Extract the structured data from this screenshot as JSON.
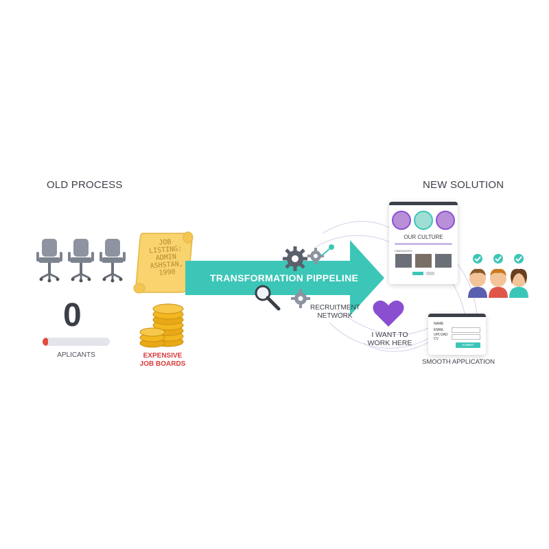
{
  "old": {
    "title": "OLD PROCESS",
    "applicant_count": "0",
    "applicants_label": "APLICANTS",
    "applicants_fill_fraction": 0.08,
    "scroll_text": [
      "JOB",
      "LISTING:",
      "ADMIN",
      "ASHSTAN,",
      "1990"
    ],
    "expensive_label": [
      "EXPENSIVE",
      "JOB BOARDS"
    ]
  },
  "pipeline": {
    "label": "TRANSFORMATION PIPPELINE",
    "network_label": [
      "RECRUITMENT",
      "NETWORK"
    ],
    "heart_label": [
      "I WANT TO",
      "WORK HERE"
    ]
  },
  "new": {
    "title": "NEW SOLUTION",
    "culture_title": "OUR CULTURE",
    "culture_small_label": "CANDIDATES",
    "form": {
      "fields": [
        "NAME",
        "EMAIL",
        "UPLOAD CV"
      ],
      "submit_label": "SUBMIT"
    },
    "smooth_label": "SMOOTH APPLICATION"
  },
  "colors": {
    "teal": "#3cc6b8",
    "purple": "#8a4fd1",
    "coin": "#f2b71f",
    "scroll": "#f8d36e",
    "red": "#d93a3a",
    "chair": "#8d93a0"
  }
}
